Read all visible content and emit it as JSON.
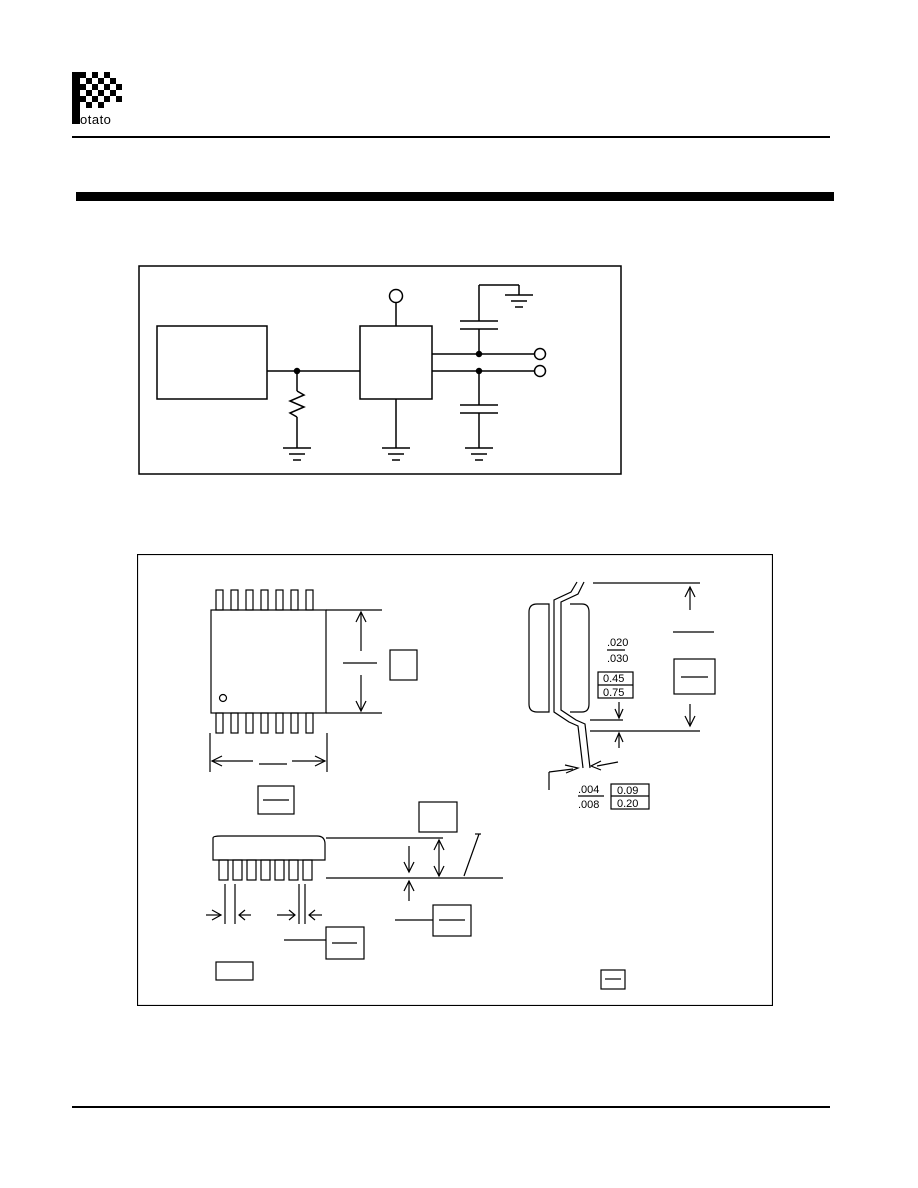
{
  "logo": {
    "text": "otato",
    "icon": "checkered-p-logo"
  },
  "package": {
    "lead_thickness_in": {
      "min": ".004",
      "max": ".008"
    },
    "lead_thickness_mm": {
      "min": "0.09",
      "max": "0.20"
    },
    "standoff_in": {
      "min": ".020",
      "max": ".030"
    },
    "standoff_mm": {
      "min": "0.45",
      "max": "0.75"
    }
  }
}
